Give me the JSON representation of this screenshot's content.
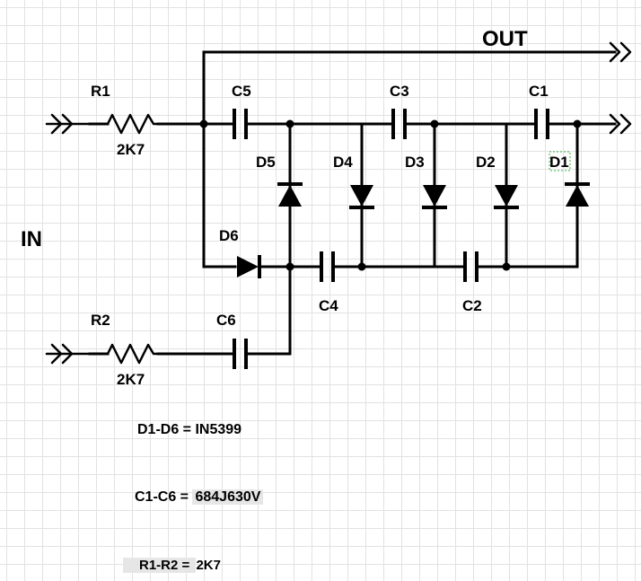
{
  "labels": {
    "out": "OUT",
    "in": "IN"
  },
  "resistors": [
    {
      "name": "R1",
      "value": "2K7"
    },
    {
      "name": "R2",
      "value": "2K7"
    }
  ],
  "capacitors": [
    "C1",
    "C2",
    "C3",
    "C4",
    "C5",
    "C6"
  ],
  "diodes": [
    "D1",
    "D2",
    "D3",
    "D4",
    "D5",
    "D6"
  ],
  "notes": {
    "diodes_prefix": "D1-D6 = ",
    "diodes_part": "IN5399",
    "caps_prefix": "C1-C6 = ",
    "caps_part": "684J630V",
    "res_prefix": "R1-R2 = ",
    "res_part": "2K7"
  },
  "colors": {
    "ink": "#000000",
    "grid": "#e2e2e2",
    "selection": "#3cb043"
  }
}
